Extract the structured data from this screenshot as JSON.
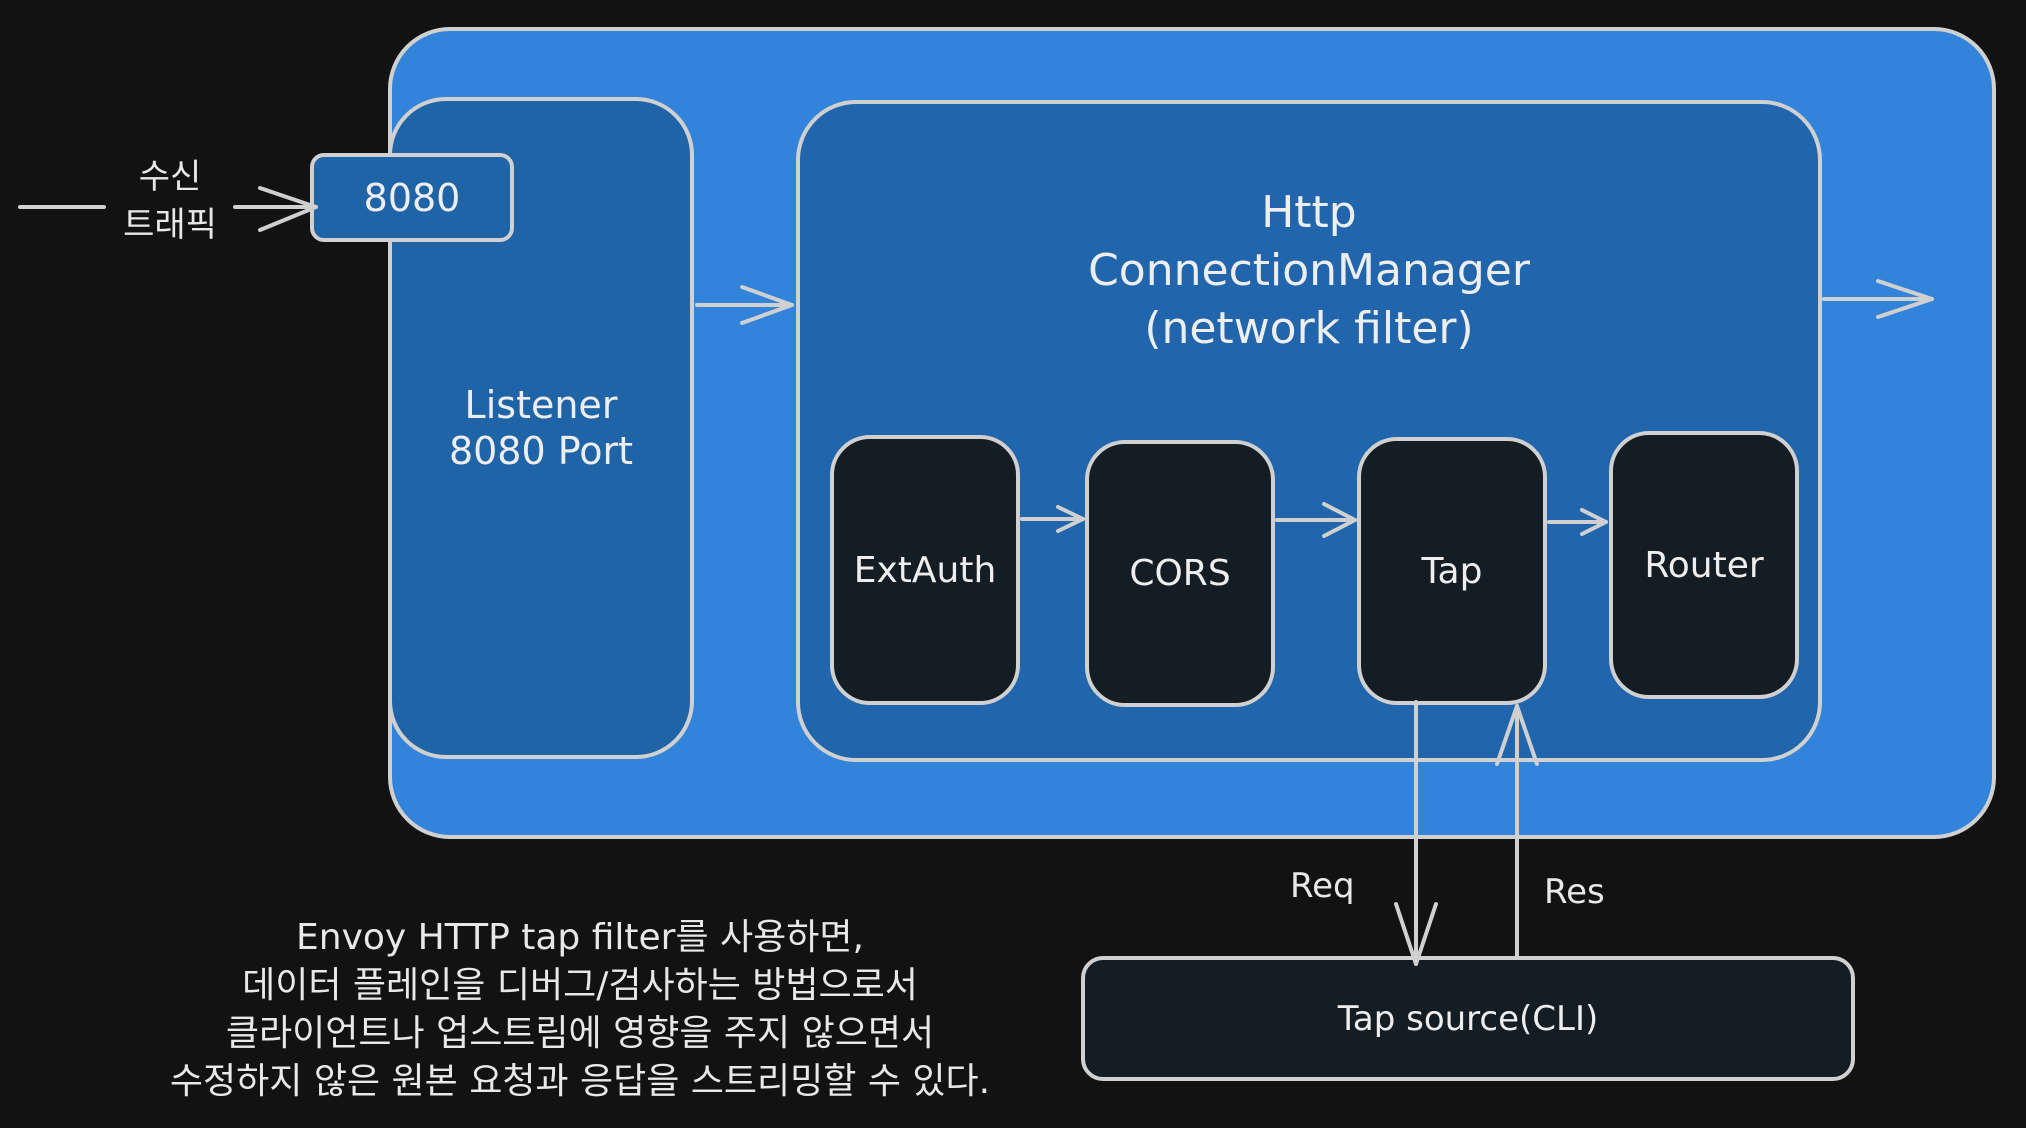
{
  "diagram": {
    "incoming_label_line1": "수신",
    "incoming_label_line2": "트래픽",
    "port_label": "8080",
    "listener_line1": "Listener",
    "listener_line2": "8080 Port",
    "hcm_line1": "Http",
    "hcm_line2": "ConnectionManager",
    "hcm_line3": "(network filter)",
    "filters": [
      "ExtAuth",
      "CORS",
      "Tap",
      "Router"
    ],
    "req_label": "Req",
    "res_label": "Res",
    "tap_source_label": "Tap source(CLI)",
    "caption": [
      "Envoy HTTP tap filter를 사용하면,",
      "데이터 플레인을 디버그/검사하는 방법으로서",
      "클라이언트나 업스트림에 영향을 주지 않으면서",
      "수정하지 않은 원본 요청과 응답을 스트리밍할 수 있다."
    ]
  },
  "colors": {
    "background": "#121212",
    "outer_fill": "#3283da",
    "inner_fill": "#2166ac",
    "filter_fill": "#141c24",
    "stroke": "#d0d0d0"
  }
}
